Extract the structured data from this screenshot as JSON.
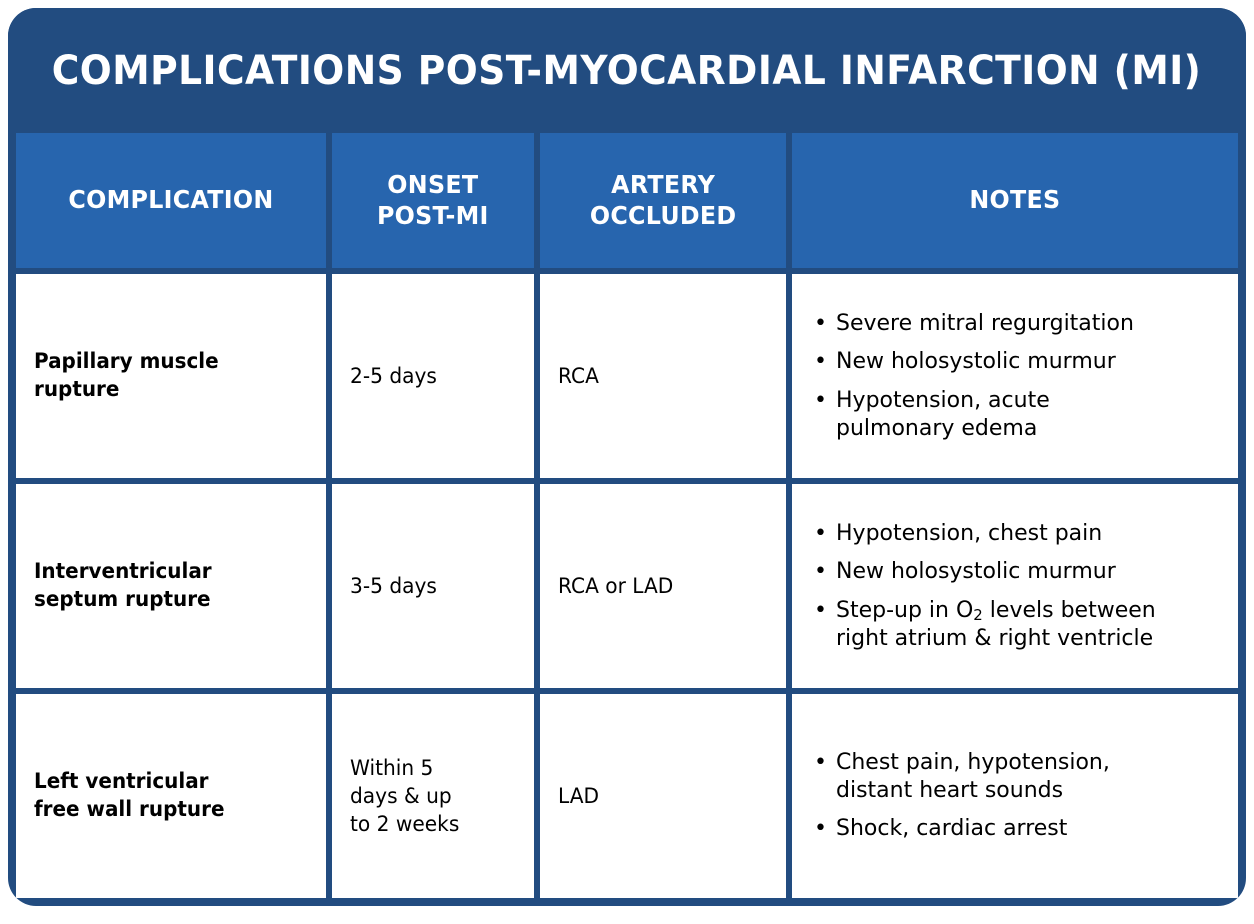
{
  "title": "COMPLICATIONS POST-MYOCARDIAL INFARCTION (MI)",
  "colors": {
    "card_navy": "#224C80",
    "header_blue": "#2765AE",
    "cell_background": "#FFFFFF",
    "text": "#000000",
    "header_text": "#FFFFFF"
  },
  "table": {
    "headers": [
      {
        "label": "COMPLICATION"
      },
      {
        "label": "ONSET\nPOST-MI"
      },
      {
        "label": "ARTERY\nOCCLUDED"
      },
      {
        "label": "NOTES"
      }
    ],
    "rows": [
      {
        "complication": "Papillary muscle\nrupture",
        "onset": "2-5 days",
        "artery": "RCA",
        "notes": [
          {
            "pre": "Severe mitral regurgitation",
            "sub": "",
            "post": ""
          },
          {
            "pre": "New holosystolic murmur",
            "sub": "",
            "post": ""
          },
          {
            "pre": "Hypotension, acute\npulmonary edema",
            "sub": "",
            "post": ""
          }
        ]
      },
      {
        "complication": "Interventricular\nseptum rupture",
        "onset": "3-5 days",
        "artery": "RCA or LAD",
        "notes": [
          {
            "pre": "Hypotension, chest pain",
            "sub": "",
            "post": ""
          },
          {
            "pre": "New holosystolic murmur",
            "sub": "",
            "post": ""
          },
          {
            "pre": "Step-up in O",
            "sub": "2",
            "post": " levels between\nright atrium & right ventricle"
          }
        ]
      },
      {
        "complication": "Left ventricular\nfree wall rupture",
        "onset": "Within 5\ndays & up\nto 2 weeks",
        "artery": "LAD",
        "notes": [
          {
            "pre": "Chest pain, hypotension,\ndistant heart sounds",
            "sub": "",
            "post": ""
          },
          {
            "pre": "Shock, cardiac arrest",
            "sub": "",
            "post": ""
          }
        ]
      }
    ],
    "bullet_glyph": "•"
  }
}
